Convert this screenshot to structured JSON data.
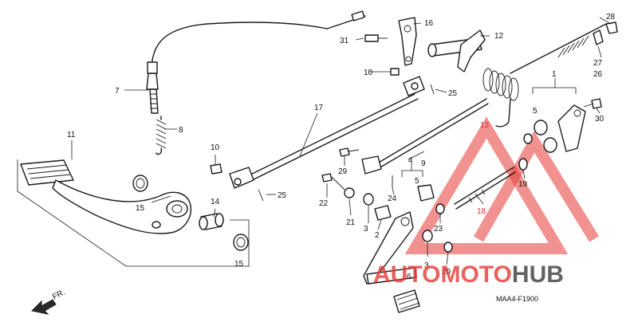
{
  "callouts": [
    {
      "id": "l1",
      "text": "1"
    },
    {
      "id": "l2",
      "text": "2"
    },
    {
      "id": "l3a",
      "text": "3"
    },
    {
      "id": "l3b",
      "text": "3"
    },
    {
      "id": "l4",
      "text": "4"
    },
    {
      "id": "l5a",
      "text": "5"
    },
    {
      "id": "l5b",
      "text": "5"
    },
    {
      "id": "l6",
      "text": "6"
    },
    {
      "id": "l7",
      "text": "7"
    },
    {
      "id": "l8",
      "text": "8"
    },
    {
      "id": "l9",
      "text": "9"
    },
    {
      "id": "l10a",
      "text": "10"
    },
    {
      "id": "l10b",
      "text": "10"
    },
    {
      "id": "l11",
      "text": "11"
    },
    {
      "id": "l12",
      "text": "12"
    },
    {
      "id": "l13",
      "text": "13"
    },
    {
      "id": "l14",
      "text": "14"
    },
    {
      "id": "l15a",
      "text": "15"
    },
    {
      "id": "l15b",
      "text": "15"
    },
    {
      "id": "l16",
      "text": "16"
    },
    {
      "id": "l17",
      "text": "17"
    },
    {
      "id": "l18",
      "text": "18"
    },
    {
      "id": "l19",
      "text": "19"
    },
    {
      "id": "l20",
      "text": "20"
    },
    {
      "id": "l21",
      "text": "21"
    },
    {
      "id": "l22",
      "text": "22"
    },
    {
      "id": "l23",
      "text": "23"
    },
    {
      "id": "l24",
      "text": "24"
    },
    {
      "id": "l25a",
      "text": "25"
    },
    {
      "id": "l25b",
      "text": "25"
    },
    {
      "id": "l26",
      "text": "26"
    },
    {
      "id": "l27",
      "text": "27"
    },
    {
      "id": "l28",
      "text": "28"
    },
    {
      "id": "l29",
      "text": "29"
    },
    {
      "id": "l30",
      "text": "30"
    },
    {
      "id": "l31",
      "text": "31"
    }
  ],
  "direction_marker": "FR.",
  "diagram_code": "MAA4-F1900",
  "watermark": {
    "part1": "AUTOMOTO",
    "part2": "HUB",
    "color_primary": "#e53935",
    "color_secondary": "#3b3b3b"
  }
}
